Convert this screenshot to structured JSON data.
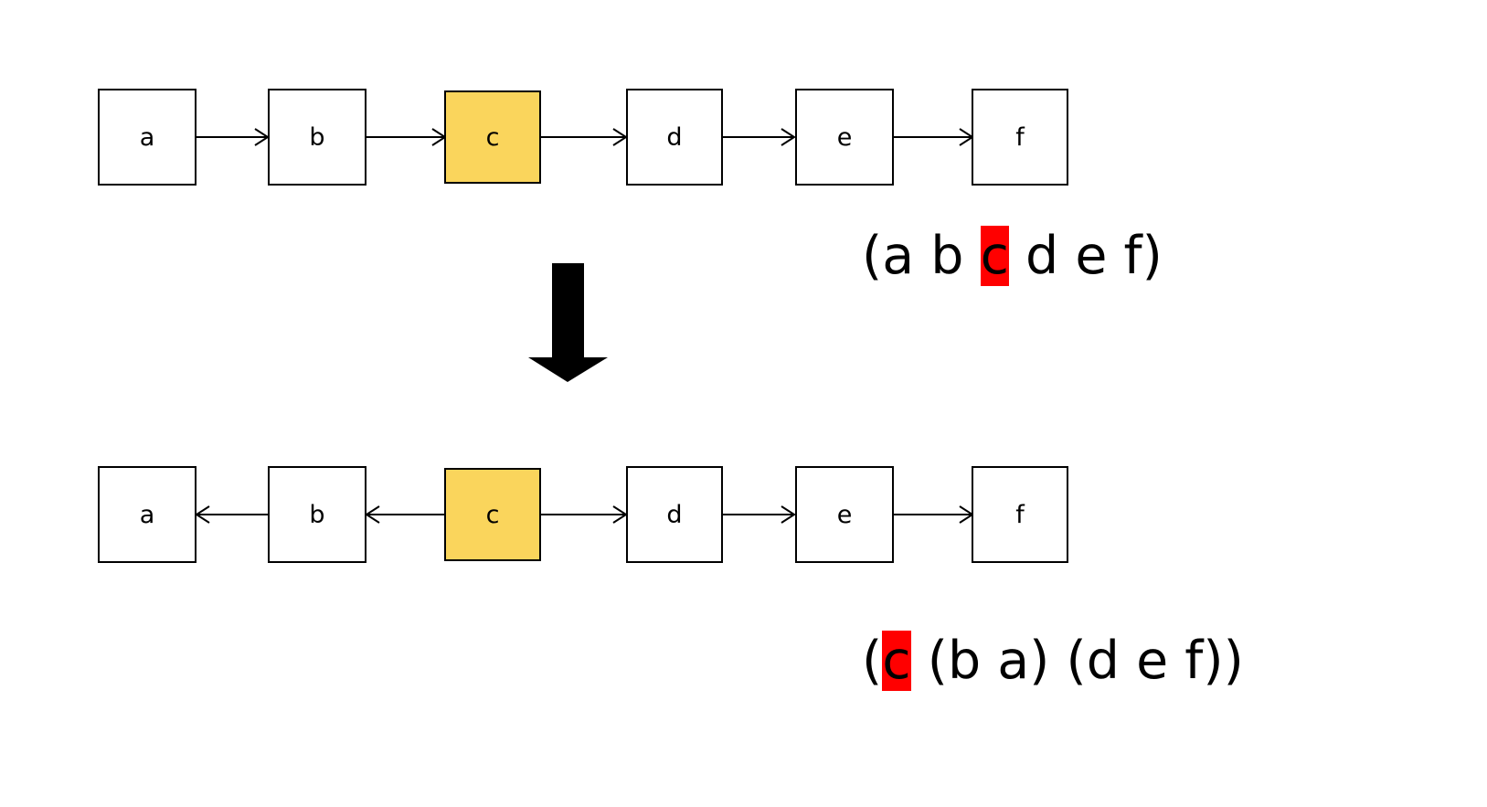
{
  "diagram": {
    "title": "list-to-zipper-transformation",
    "colors": {
      "highlight_node": "#fad55c",
      "text_highlight": "#ff0000",
      "stroke": "#000000",
      "background": "#ffffff"
    },
    "before": {
      "nodes": [
        {
          "label": "a",
          "highlighted": false
        },
        {
          "label": "b",
          "highlighted": false
        },
        {
          "label": "c",
          "highlighted": true
        },
        {
          "label": "d",
          "highlighted": false
        },
        {
          "label": "e",
          "highlighted": false
        },
        {
          "label": "f",
          "highlighted": false
        }
      ],
      "links": [
        {
          "from": "a",
          "to": "b",
          "direction": "right"
        },
        {
          "from": "b",
          "to": "c",
          "direction": "right"
        },
        {
          "from": "c",
          "to": "d",
          "direction": "right"
        },
        {
          "from": "d",
          "to": "e",
          "direction": "right"
        },
        {
          "from": "e",
          "to": "f",
          "direction": "right"
        }
      ],
      "expression": {
        "prefix": "(a b ",
        "marked": "c",
        "suffix": " d e f)",
        "full": "(a b c d e f)"
      }
    },
    "after": {
      "nodes": [
        {
          "label": "a",
          "highlighted": false
        },
        {
          "label": "b",
          "highlighted": false
        },
        {
          "label": "c",
          "highlighted": true
        },
        {
          "label": "d",
          "highlighted": false
        },
        {
          "label": "e",
          "highlighted": false
        },
        {
          "label": "f",
          "highlighted": false
        }
      ],
      "links": [
        {
          "from": "b",
          "to": "a",
          "direction": "left"
        },
        {
          "from": "c",
          "to": "b",
          "direction": "left"
        },
        {
          "from": "c",
          "to": "d",
          "direction": "right"
        },
        {
          "from": "d",
          "to": "e",
          "direction": "right"
        },
        {
          "from": "e",
          "to": "f",
          "direction": "right"
        }
      ],
      "expression": {
        "prefix": "(",
        "marked": "c",
        "suffix": " (b a) (d e f))",
        "full": "(c (b a) (d e f))"
      }
    },
    "transform_arrow": {
      "name": "down-arrow",
      "direction": "down"
    }
  }
}
